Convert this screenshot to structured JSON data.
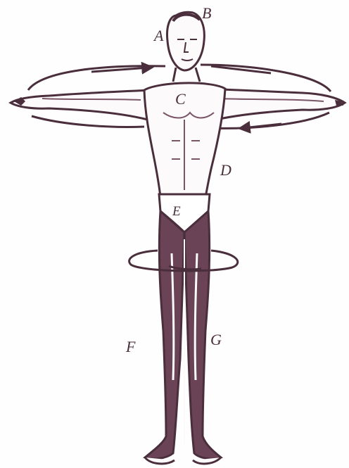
{
  "labels": {
    "a": "A",
    "b": "B",
    "c": "C",
    "d": "D",
    "e": "E",
    "f": "F",
    "g": "G"
  },
  "colors": {
    "ink": "#4a2e3c",
    "shade": "#7a5566",
    "paper": "#fefefe"
  }
}
